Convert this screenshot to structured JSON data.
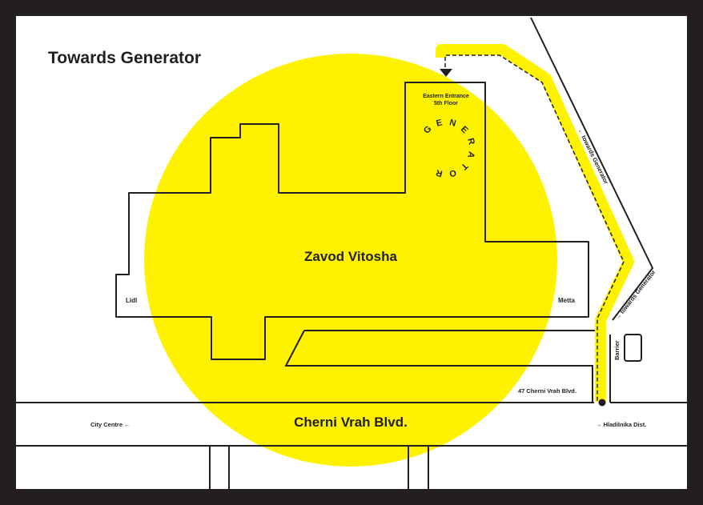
{
  "title": "Towards Generator",
  "building_name": "Zavod Vitosha",
  "entrance_line1": "Eastern Entrance",
  "entrance_line2": "5th Floor",
  "logo_text": "GENERATOR",
  "stores": {
    "left": "Lidl",
    "right": "Metta"
  },
  "street": {
    "main": "Cherni Vrah Blvd.",
    "address": "47 Cherni Vrah Blvd.",
    "left_direction": "City Centre ←",
    "right_direction": "→ Hladilnika Dist."
  },
  "road_labels": {
    "upper": "← towards Generator",
    "lower": "→ towards Generator",
    "barrier": "Barrier"
  },
  "colors": {
    "frame": "#231f20",
    "background": "#ffffff",
    "highlight": "#fff200",
    "ink": "#231f20"
  }
}
